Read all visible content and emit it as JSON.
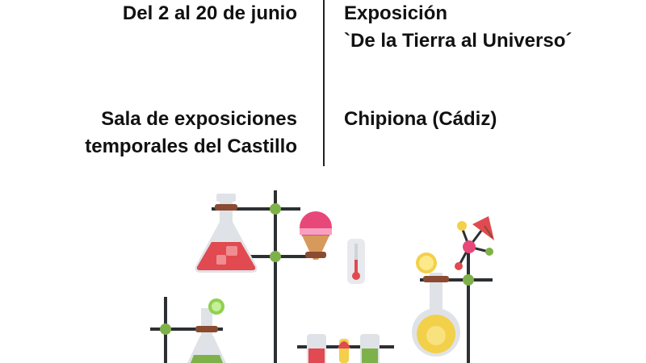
{
  "info": {
    "date": "Del 2 al 20  de junio",
    "venue_line1": "Sala de exposiciones",
    "venue_line2": "temporales del Castillo",
    "title_line1": "Exposición",
    "title_line2": "`De la Tierra al Universo´",
    "city": "Chipiona (Cádiz)"
  },
  "colors": {
    "text": "#111111",
    "stand": "#2d3033",
    "joint": "#7fb14b",
    "flask_red": "#e04a50",
    "flask_glass": "#dfe3e8",
    "clamp": "#8a4b32",
    "lemon": "#f3d04a",
    "lime": "#8fd14f",
    "pink": "#e8477a"
  },
  "icons": [
    "lab-stand-icon",
    "erlenmeyer-flask-icon",
    "ice-cream-icon",
    "thermometer-icon",
    "round-flask-icon",
    "lemon-slice-icon",
    "lime-slice-icon",
    "molecule-icon",
    "cocktail-umbrella-icon",
    "test-tube-rack-icon"
  ]
}
